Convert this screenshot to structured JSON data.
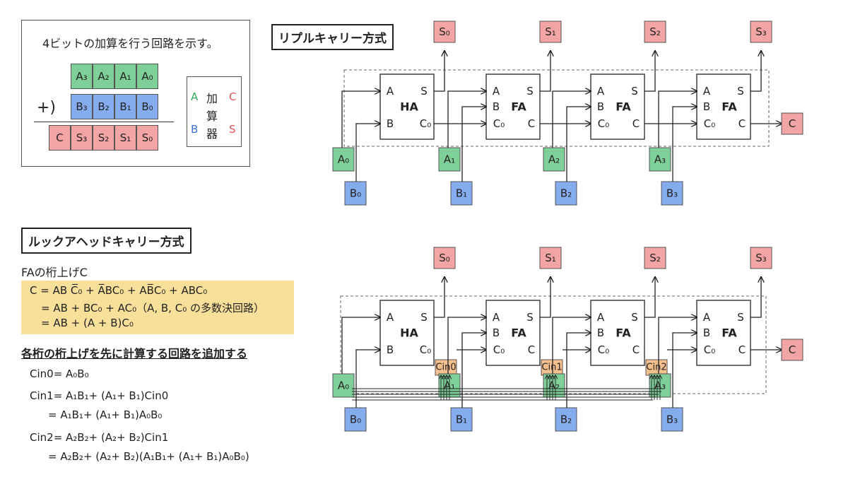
{
  "intro": {
    "text": "4ビットの加算を行う回路を示す。",
    "a_bits": [
      "A₃",
      "A₂",
      "A₁",
      "A₀"
    ],
    "b_bits": [
      "B₃",
      "B₂",
      "B₁",
      "B₀"
    ],
    "sum_bits": [
      "C",
      "S₃",
      "S₂",
      "S₁",
      "S₀"
    ],
    "plus": "+)",
    "adder_label": [
      "加",
      "算",
      "器"
    ],
    "adder_in_a": "A",
    "adder_in_b": "B",
    "adder_out_c": "C",
    "adder_out_s": "S"
  },
  "ripple": {
    "title": "リプルキャリー方式",
    "blocks": [
      {
        "name": "HA",
        "a": "A",
        "b": "B",
        "s": "S",
        "c": "C₀",
        "cin": ""
      },
      {
        "name": "FA",
        "a": "A",
        "b": "B",
        "s": "S",
        "c": "C",
        "cin": "C₀"
      },
      {
        "name": "FA",
        "a": "A",
        "b": "B",
        "s": "S",
        "c": "C",
        "cin": "C₀"
      },
      {
        "name": "FA",
        "a": "A",
        "b": "B",
        "s": "S",
        "c": "C",
        "cin": "C₀"
      }
    ],
    "outputs": [
      "S₀",
      "S₁",
      "S₂",
      "S₃"
    ],
    "a_inputs": [
      "A₀",
      "A₁",
      "A₂",
      "A₃"
    ],
    "b_inputs": [
      "B₀",
      "B₁",
      "B₂",
      "B₃"
    ],
    "carry_out": "C"
  },
  "lookahead": {
    "title": "ルックアヘッドキャリー方式",
    "blocks": [
      {
        "name": "HA",
        "a": "A",
        "b": "B",
        "s": "S",
        "c": "C₀",
        "cin": ""
      },
      {
        "name": "FA",
        "a": "A",
        "b": "B",
        "s": "S",
        "c": "C",
        "cin": "C₀"
      },
      {
        "name": "FA",
        "a": "A",
        "b": "B",
        "s": "S",
        "c": "C",
        "cin": "C₀"
      },
      {
        "name": "FA",
        "a": "A",
        "b": "B",
        "s": "S",
        "c": "C",
        "cin": "C₀"
      }
    ],
    "outputs": [
      "S₀",
      "S₁",
      "S₂",
      "S₃"
    ],
    "a_inputs": [
      "A₀",
      "A₁",
      "A₂",
      "A₃"
    ],
    "b_inputs": [
      "B₀",
      "B₁",
      "B₂",
      "B₃"
    ],
    "cin_labels": [
      "Cin0",
      "Cin1",
      "Cin2"
    ],
    "carry_out": "C"
  },
  "fa_carry": {
    "heading": "FAの桁上げC",
    "line1": "C = AB C̅₀ + A̅BC₀ + AB̅C₀ + ABC₀",
    "line2": "= AB + BC₀ + AC₀（A, B, C₀ の多数決回路）",
    "line3": "= AB + (A + B)C₀"
  },
  "lookahead_eq": {
    "heading": "各桁の桁上げを先に計算する回路を追加する",
    "eq1": "Cin0= A₀B₀",
    "eq2": "Cin1= A₁B₁+ (A₁+ B₁)Cin0",
    "eq3": "= A₁B₁+ (A₁+ B₁)A₀B₀",
    "eq4": "Cin2= A₂B₂+ (A₂+ B₂)Cin1",
    "eq5": "= A₂B₂+ (A₂+ B₂)(A₁B₁+ (A₁+ B₁)A₀B₀)"
  },
  "colors": {
    "green": "#7fcf98",
    "blue": "#86acf0",
    "red": "#f3a4a4",
    "orange": "#f6c08e",
    "highlight": "#f8df9a"
  }
}
